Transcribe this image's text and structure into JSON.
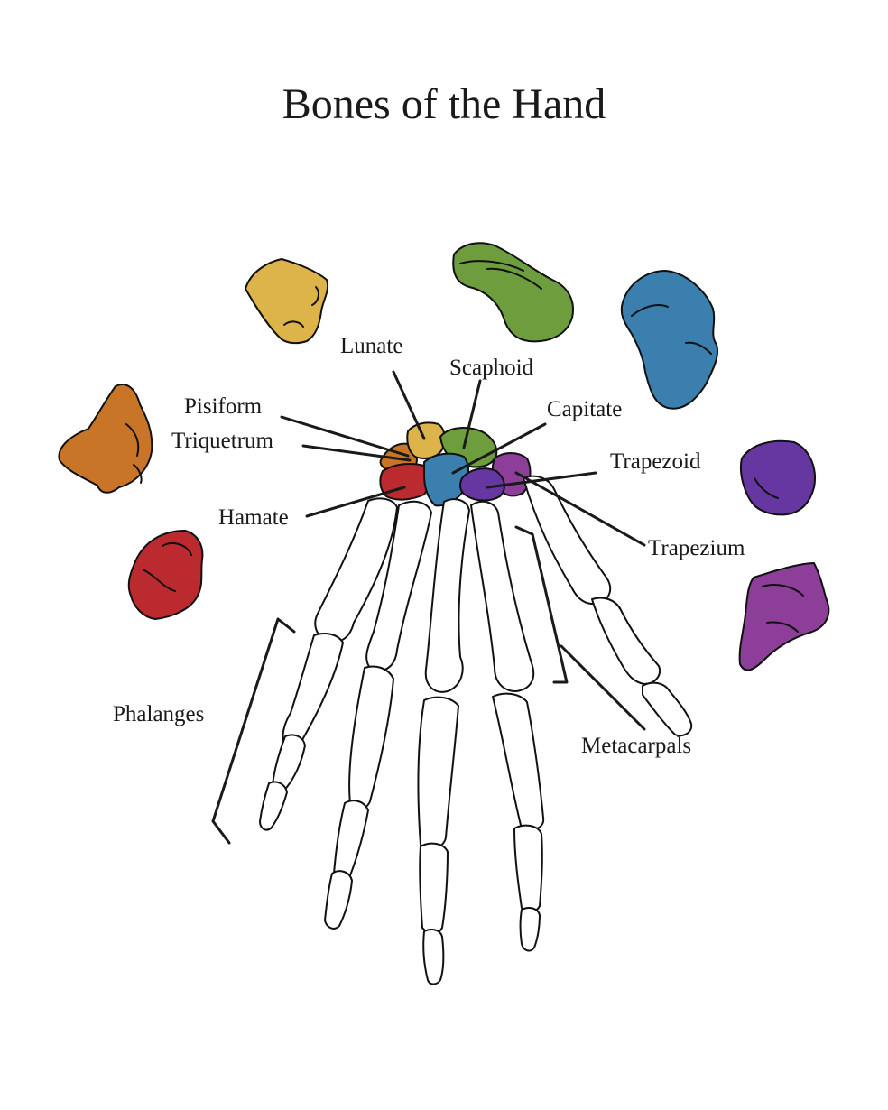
{
  "title": "Bones of the Hand",
  "labels": {
    "lunate": "Lunate",
    "scaphoid": "Scaphoid",
    "pisiform": "Pisiform",
    "capitate": "Capitate",
    "triquetrum": "Triquetrum",
    "trapezoid": "Trapezoid",
    "hamate": "Hamate",
    "trapezium": "Trapezium",
    "phalanges": "Phalanges",
    "metacarpals": "Metacarpals"
  },
  "colors": {
    "lunate": "#dcb44a",
    "scaphoid": "#6d9d3d",
    "capitate": "#3a7fae",
    "trapezoid": "#6637a0",
    "trapezium": "#8c3e98",
    "pisiform": "#c87528",
    "hamate": "#bb2a2e",
    "outline": "#111111"
  }
}
